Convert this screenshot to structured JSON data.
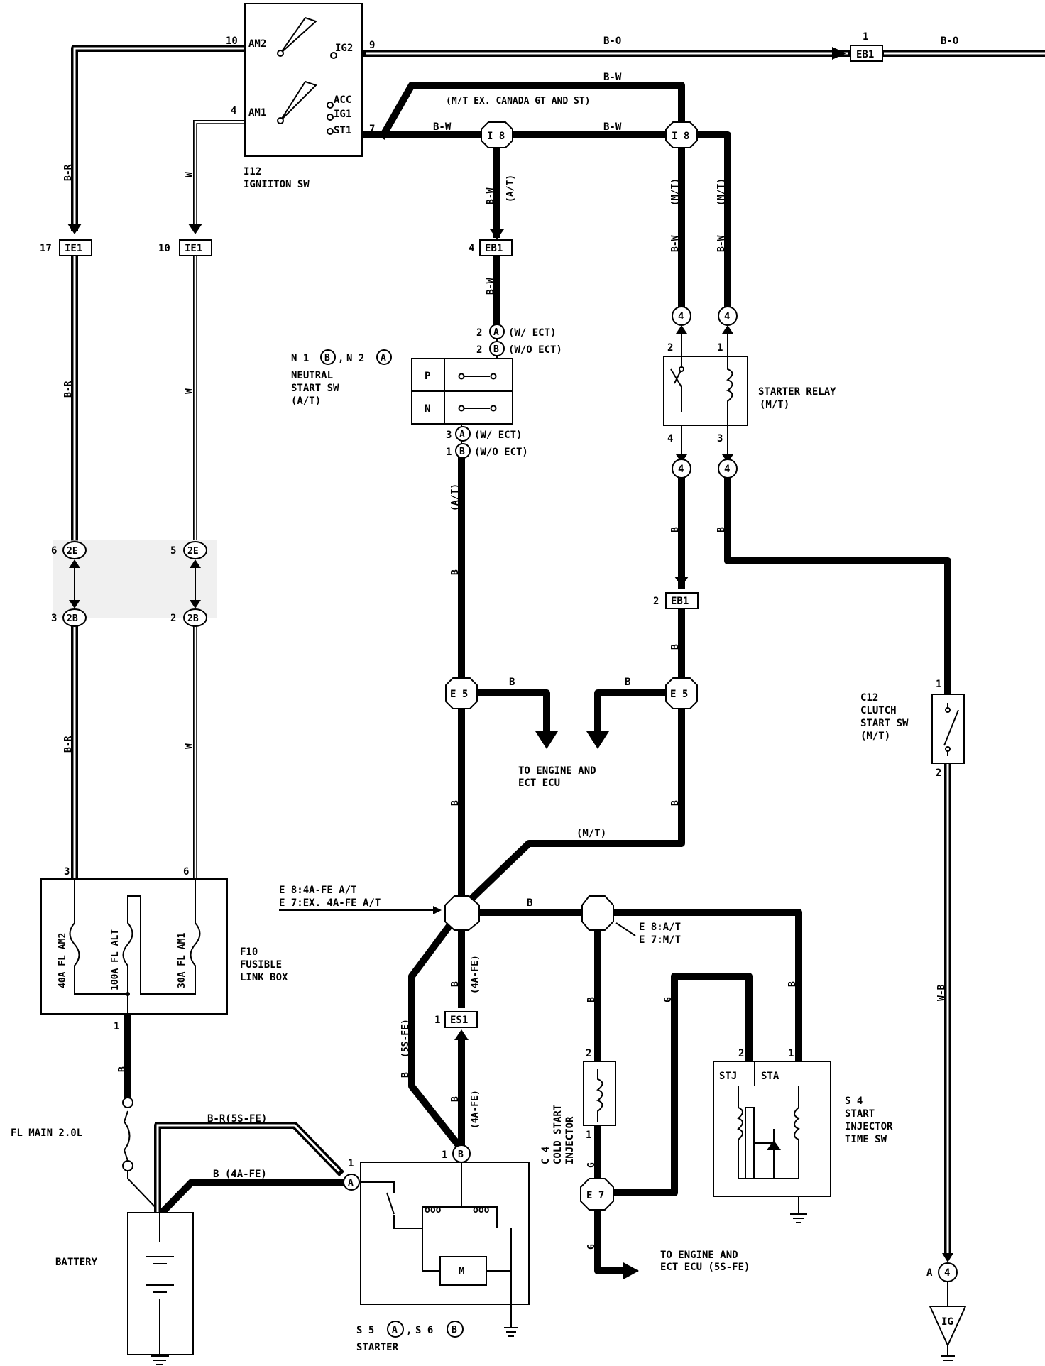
{
  "components": {
    "ignition_sw": {
      "ref": "I12",
      "name": "IGNIITON SW",
      "terminals": [
        "AM2",
        "IG2",
        "AM1",
        "ACC",
        "IG1",
        "ST1"
      ],
      "pins": [
        "10",
        "9",
        "4",
        "7"
      ]
    },
    "fusible_link_box": {
      "ref": "F10",
      "name_line1": "FUSIBLE",
      "name_line2": "LINK BOX",
      "fuses": [
        "40A FL AM2",
        "100A FL ALT",
        "30A FL AM1"
      ],
      "pins": [
        "3",
        "6",
        "1"
      ]
    },
    "fl_main": "FL MAIN 2.0L",
    "battery": "BATTERY",
    "neutral_start_sw": {
      "ref": "N 1",
      "ref_b": "B",
      "ref2": "N 2",
      "ref2_b": "A",
      "name1": "NEUTRAL",
      "name2": "START SW",
      "name3": "(A/T)",
      "positions": [
        "P",
        "N"
      ]
    },
    "starter_relay": {
      "name1": "STARTER RELAY",
      "name2": "(M/T)",
      "pins": [
        "2",
        "1",
        "4",
        "3"
      ]
    },
    "clutch_start_sw": {
      "ref": "C12",
      "name1": "CLUTCH",
      "name2": "START SW",
      "name3": "(M/T)",
      "pins": [
        "1",
        "2"
      ]
    },
    "starter": {
      "ref": "S 5",
      "ref_a": "A",
      "ref2": "S 6",
      "ref2_b": "B",
      "name": "STARTER",
      "motor": "M"
    },
    "cold_start_injector": {
      "ref": "C 4",
      "name1": "COLD START",
      "name2": "INJECTOR",
      "pins": [
        "2",
        "1"
      ]
    },
    "start_injector_time_sw": {
      "ref": "S 4",
      "name1": "START",
      "name2": "INJECTOR",
      "name3": "TIME SW",
      "terminals": [
        "STJ",
        "STA"
      ],
      "pins": [
        "2",
        "1"
      ]
    }
  },
  "connectors": {
    "eb1_top": {
      "id": "EB1",
      "pin": "1"
    },
    "ie1_left": {
      "id": "IE1",
      "pin": "17"
    },
    "ie1_right": {
      "id": "IE1",
      "pin": "10"
    },
    "eb1_mid": {
      "id": "EB1",
      "pin": "4"
    },
    "eb1_low": {
      "id": "EB1",
      "pin": "2"
    },
    "es1": {
      "id": "ES1",
      "pin": "1"
    },
    "c2e": "2E",
    "c2b": "2B",
    "pin6": "6",
    "pin5": "5",
    "pin3": "3",
    "pin2": "2",
    "i8": "I 8",
    "e5": "E 5",
    "e7": "E 7",
    "c4": "4",
    "ig": "IG",
    "a": "A"
  },
  "nsw_pins": {
    "p1": "2",
    "p1a": "A",
    "p1t": "(W/ ECT)",
    "p2": "2",
    "p2a": "B",
    "p2t": "(W/O ECT)",
    "p3": "3",
    "p3a": "A",
    "p3t": "(W/ ECT)",
    "p4": "1",
    "p4a": "B",
    "p4t": "(W/O ECT)"
  },
  "wires": {
    "b_o": "B-O",
    "b_w": "B-W",
    "b_r": "B-R",
    "w": "W",
    "b": "B",
    "g": "G",
    "w_b": "W-B",
    "at": "(A/T)",
    "mt": "(M/T)",
    "mt_ex": "(M/T EX. CANADA GT AND ST)",
    "4afe": "(4A-FE)",
    "5sfe": "(5S-FE)",
    "br_5sfe": "B-R(5S-FE)",
    "b_4afe": "B (4A-FE)"
  },
  "notes": {
    "e8_line1": "E 8:4A-FE A/T",
    "e8_line2": "E 7:EX. 4A-FE A/T",
    "e8_mt1": "E 8:A/T",
    "e8_mt2": "E 7:M/T",
    "to_ecu1": "TO ENGINE AND",
    "to_ecu2": "ECT ECU",
    "to_ecu3": "TO ENGINE AND",
    "to_ecu4": "ECT ECU (5S-FE)"
  }
}
